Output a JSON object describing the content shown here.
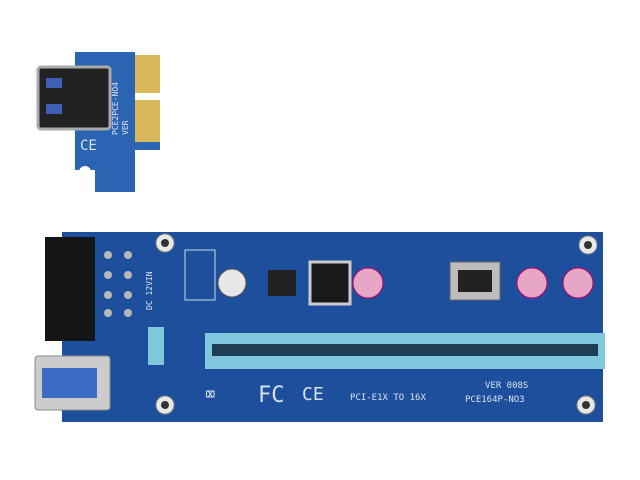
{
  "small_card": {
    "model": "PCE2PCE-NO4",
    "ver": "VER",
    "ce_mark": "CE"
  },
  "riser_board": {
    "model": "PCE164P-NO3",
    "version": "VER 008S",
    "description": "PCI-E1X TO 16X",
    "power_label": "DC 12VIN",
    "fcc_mark": "FC",
    "ce_mark": "CE"
  },
  "colors": {
    "pcb": "#1d4f9c",
    "slot": "#7fc7dc",
    "gold": "#d8b85a",
    "capacitor": "#e7a6c6"
  }
}
